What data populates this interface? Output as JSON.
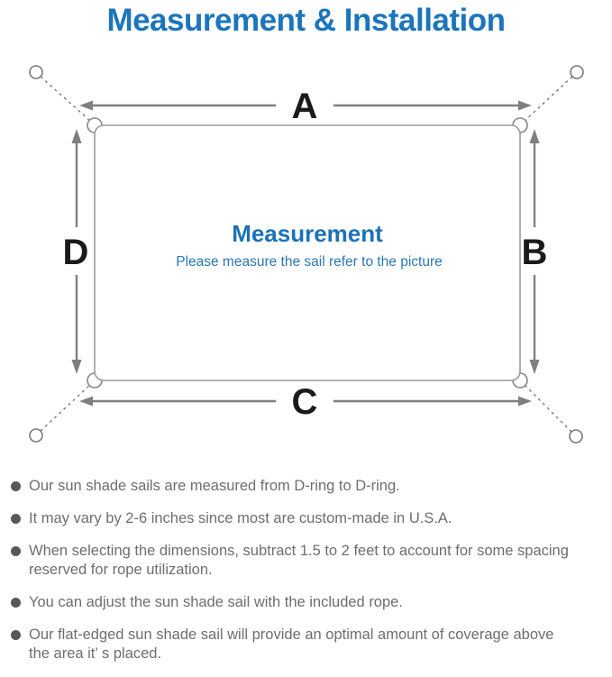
{
  "title": "Measurement & Installation",
  "colors": {
    "title_blue": "#1b75bc",
    "center_title_blue": "#1b72b8",
    "center_subtitle_blue": "#2a77b8",
    "arrow_gray": "#7f7f7f",
    "note_text_gray": "#6e6e6e",
    "dim_label_black": "#1a1a1a"
  },
  "diagram": {
    "center_title": "Measurement",
    "center_subtitle": "Please measure the sail refer to the picture",
    "labels": {
      "a": "A",
      "b": "B",
      "c": "C",
      "d": "D"
    }
  },
  "notes": {
    "items": [
      "Our sun shade sails are measured from D-ring to D-ring.",
      "It may vary by 2-6 inches since most are custom-made in U.S.A.",
      "When selecting the dimensions, subtract 1.5 to 2 feet to account for some spacing\nreserved for rope utilization.",
      "You can adjust the sun shade sail with the included rope.",
      "Our flat-edged sun shade sail will provide an optimal amount of coverage above\nthe area it’ s placed."
    ]
  }
}
